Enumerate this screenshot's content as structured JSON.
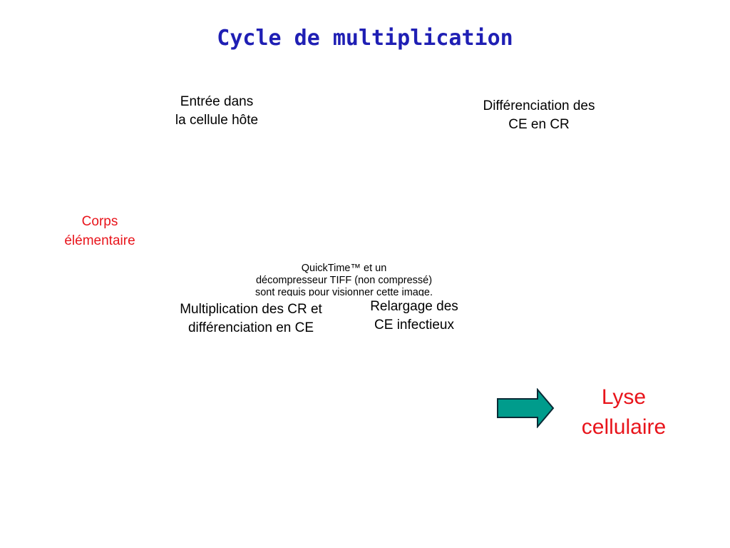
{
  "slide": {
    "title": "Cycle de multiplication"
  },
  "labels": {
    "corps_elementaire": [
      "Corps",
      "élémentaire"
    ],
    "entree": [
      "Entrée dans",
      "la cellule hôte"
    ],
    "differenciation": [
      "Différenciation des",
      "CE en CR"
    ],
    "multiplication": [
      "Multiplication des CR et",
      "différenciation en CE"
    ],
    "relargage": [
      "Relargage des",
      "CE infectieux"
    ],
    "lyse": [
      "Lyse",
      "cellulaire"
    ]
  },
  "placeholder": {
    "lines": [
      "QuickTime™ et un",
      "décompresseur TIFF (non compressé)",
      "sont requis pour visionner cette image."
    ]
  },
  "colors": {
    "title": "#1f1fb4",
    "highlight_text": "#e8141b",
    "arrow_fill": "#009c8c",
    "arrow_stroke": "#0a2a35"
  },
  "icons": {
    "arrow": "right-arrow-icon"
  }
}
